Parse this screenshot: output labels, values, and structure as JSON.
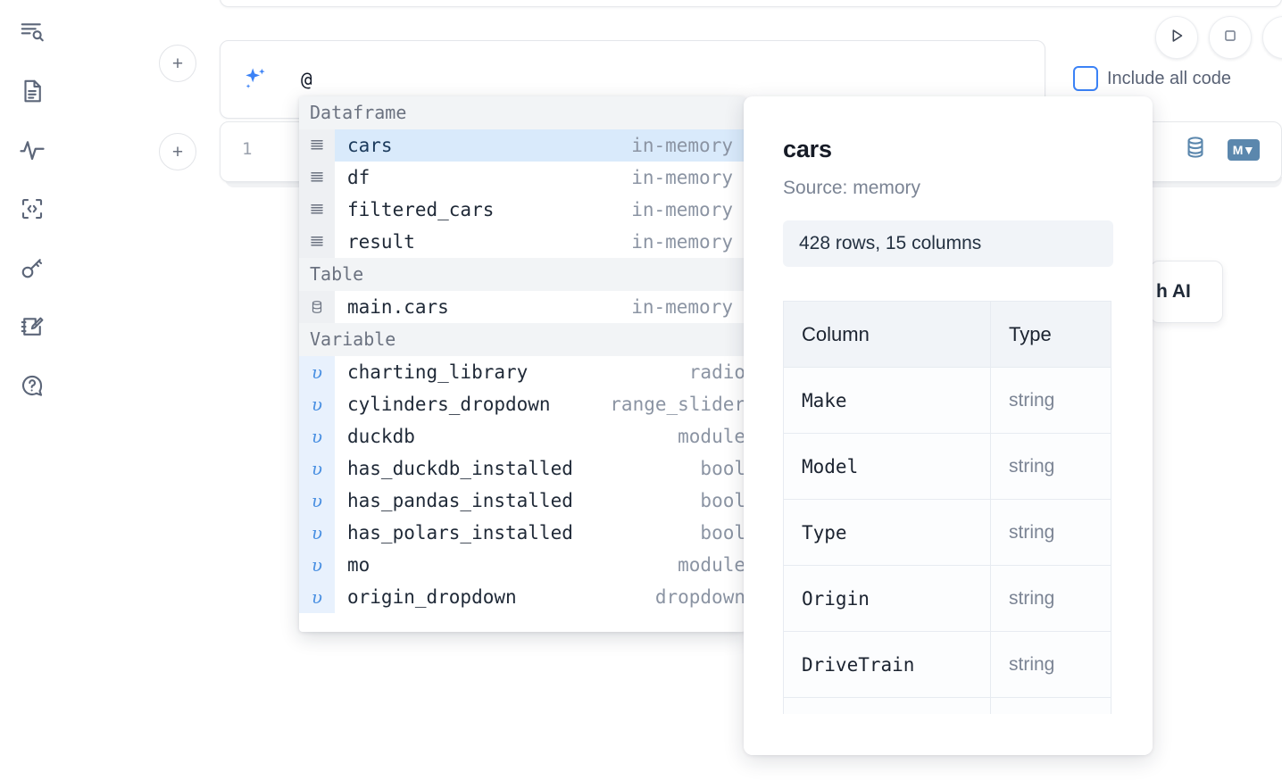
{
  "sidebar": {
    "items": [
      {
        "icon": "outline-search-icon",
        "name": "sidebar-item-explore"
      },
      {
        "icon": "document-icon",
        "name": "sidebar-item-notebook"
      },
      {
        "icon": "activity-icon",
        "name": "sidebar-item-activity"
      },
      {
        "icon": "code-brackets-icon",
        "name": "sidebar-item-snippets"
      },
      {
        "icon": "key-icon",
        "name": "sidebar-item-secrets"
      },
      {
        "icon": "notepad-edit-icon",
        "name": "sidebar-item-scratchpad"
      },
      {
        "icon": "chat-question-icon",
        "name": "sidebar-item-help"
      }
    ]
  },
  "toolbar": {
    "add_button_label": "+",
    "run_button_name": "run-cell-button",
    "stop_button_name": "stop-cell-button",
    "include_all_code_label": "Include all code",
    "include_all_code_checked": false,
    "accent_color": "#3b82f6"
  },
  "ai_prompt": {
    "icon": "sparkle-ai-icon",
    "value": "@",
    "placeholder": "Generate with AI"
  },
  "ai_chip": {
    "label": "h AI"
  },
  "code_cell": {
    "line_number": "1",
    "content": "",
    "icons": [
      {
        "name": "database-icon",
        "label": ""
      },
      {
        "name": "markdown-icon",
        "label": "M"
      }
    ],
    "icon_color": "#5b87ad"
  },
  "autocomplete": {
    "selected_index": 0,
    "groups": [
      {
        "label": "Dataframe",
        "items": [
          {
            "icon": "dataframe-icon",
            "name": "cars",
            "type": "in-memory",
            "selected": true
          },
          {
            "icon": "dataframe-icon",
            "name": "df",
            "type": "in-memory",
            "selected": false
          },
          {
            "icon": "dataframe-icon",
            "name": "filtered_cars",
            "type": "in-memory",
            "selected": false
          },
          {
            "icon": "dataframe-icon",
            "name": "result",
            "type": "in-memory",
            "selected": false
          }
        ]
      },
      {
        "label": "Table",
        "items": [
          {
            "icon": "table-icon",
            "name": "main.cars",
            "type": "in-memory",
            "selected": false
          }
        ]
      },
      {
        "label": "Variable",
        "items": [
          {
            "icon": "variable-icon",
            "name": "charting_library",
            "type": "radio",
            "selected": false
          },
          {
            "icon": "variable-icon",
            "name": "cylinders_dropdown",
            "type": "range_slider",
            "selected": false
          },
          {
            "icon": "variable-icon",
            "name": "duckdb",
            "type": "module",
            "selected": false
          },
          {
            "icon": "variable-icon",
            "name": "has_duckdb_installed",
            "type": "bool",
            "selected": false
          },
          {
            "icon": "variable-icon",
            "name": "has_pandas_installed",
            "type": "bool",
            "selected": false
          },
          {
            "icon": "variable-icon",
            "name": "has_polars_installed",
            "type": "bool",
            "selected": false
          },
          {
            "icon": "variable-icon",
            "name": "mo",
            "type": "module",
            "selected": false
          },
          {
            "icon": "variable-icon",
            "name": "origin_dropdown",
            "type": "dropdown",
            "selected": false
          }
        ]
      }
    ],
    "highlight_color": "#d9eafb"
  },
  "detail_panel": {
    "title": "cars",
    "source": "Source: memory",
    "stats": "428 rows, 15 columns",
    "table": {
      "headers": [
        "Column",
        "Type"
      ],
      "rows": [
        {
          "column": "Make",
          "type": "string"
        },
        {
          "column": "Model",
          "type": "string"
        },
        {
          "column": "Type",
          "type": "string"
        },
        {
          "column": "Origin",
          "type": "string"
        },
        {
          "column": "DriveTrain",
          "type": "string"
        }
      ]
    }
  }
}
